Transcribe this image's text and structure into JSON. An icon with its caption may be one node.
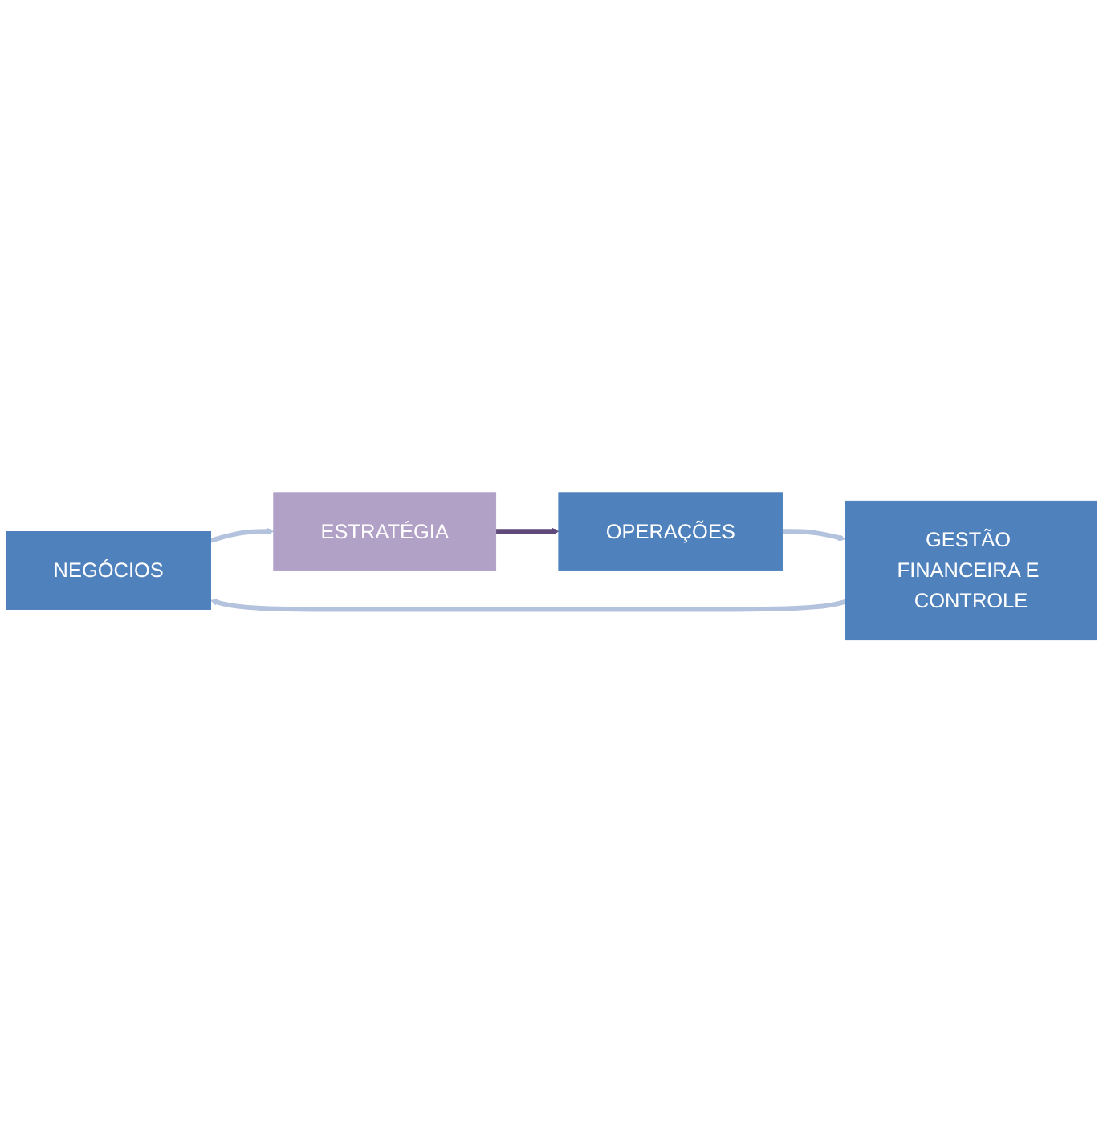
{
  "diagram": {
    "nodes": [
      {
        "text": [
          "NEGÓCIOS"
        ]
      },
      {
        "text": [
          "ESTRATÉGIA"
        ]
      },
      {
        "text": [
          "OPERAÇÕES"
        ]
      },
      {
        "text": [
          "GESTÃO FINANCEIRA E CONTROLE"
        ]
      }
    ],
    "edges": [
      {
        "from": 0,
        "to": 1,
        "arrow": "to"
      },
      {
        "from": 1,
        "to": 2,
        "arrow": "to",
        "color": "#604a7b"
      },
      {
        "from": 2,
        "to": 3,
        "arrow": "to"
      },
      {
        "from": 3,
        "to": 0,
        "arrow": "to"
      }
    ]
  }
}
